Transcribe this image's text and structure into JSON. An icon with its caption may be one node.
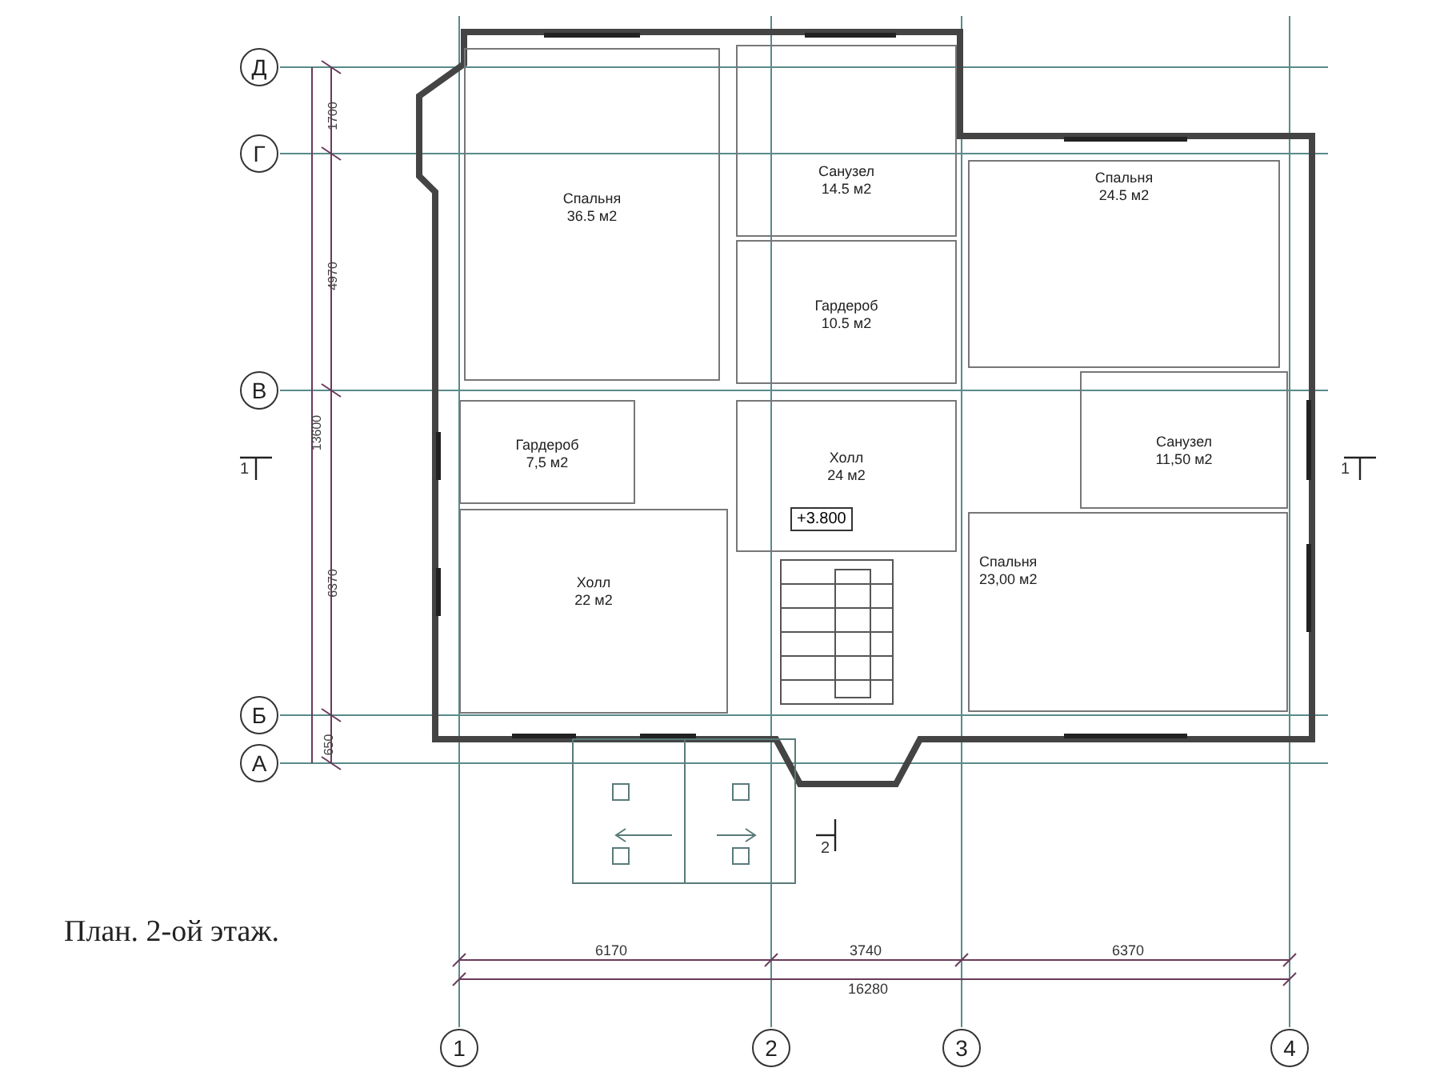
{
  "diagram": {
    "caption": "План. 2-ой этаж.",
    "nodes": [
      {
        "text": [
          "Спальня",
          "36.5 м2"
        ]
      },
      {
        "text": [
          "Санузел",
          "14.5 м2"
        ]
      },
      {
        "text": [
          "Гардероб",
          "10.5 м2"
        ]
      },
      {
        "text": [
          "Спальня",
          "24.5 м2"
        ]
      },
      {
        "text": [
          "Гардероб",
          "7,5 м2"
        ]
      },
      {
        "text": [
          "Холл",
          "24 м2"
        ]
      },
      {
        "text": [
          "Санузел",
          "11,50 м2"
        ]
      },
      {
        "text": [
          "Холл",
          "22 м2"
        ]
      },
      {
        "text": [
          "Спальня",
          "23,00 м2"
        ]
      }
    ],
    "edges": [],
    "labels": [
      "Д",
      "1700",
      "Г",
      "4970",
      "В",
      "13600",
      "1",
      "1",
      "+3.800",
      "6370",
      "Б",
      "650",
      "А",
      "2",
      "6170",
      "3740",
      "6370",
      "16280",
      "1",
      "2",
      "3",
      "4"
    ]
  }
}
